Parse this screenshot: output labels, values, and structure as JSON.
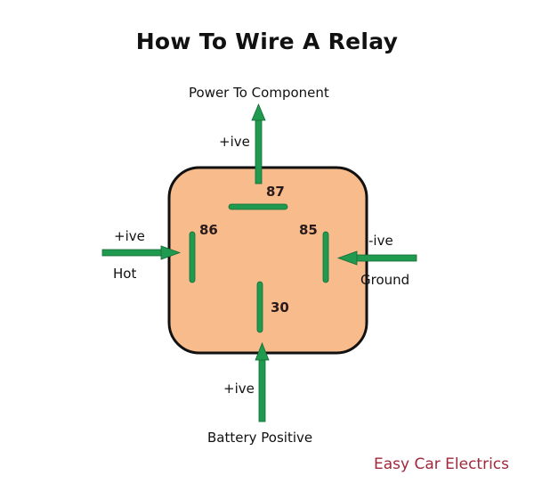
{
  "title": "How To Wire A Relay",
  "colors": {
    "relay_body": "#f7bb8c",
    "relay_border": "#111111",
    "wire_green": "#1f9a4e",
    "brand_red": "#a0283c"
  },
  "pins": {
    "p87": "87",
    "p86": "86",
    "p85": "85",
    "p30": "30"
  },
  "connections": {
    "top": {
      "name": "Power To Component",
      "polarity": "+ive",
      "pin": "87"
    },
    "left": {
      "name": "Hot",
      "polarity": "+ive",
      "pin": "86"
    },
    "right": {
      "name": "Ground",
      "polarity": "-ive",
      "pin": "85"
    },
    "bottom": {
      "name": "Battery Positive",
      "polarity": "+ive",
      "pin": "30"
    }
  },
  "brand": "Easy Car Electrics"
}
